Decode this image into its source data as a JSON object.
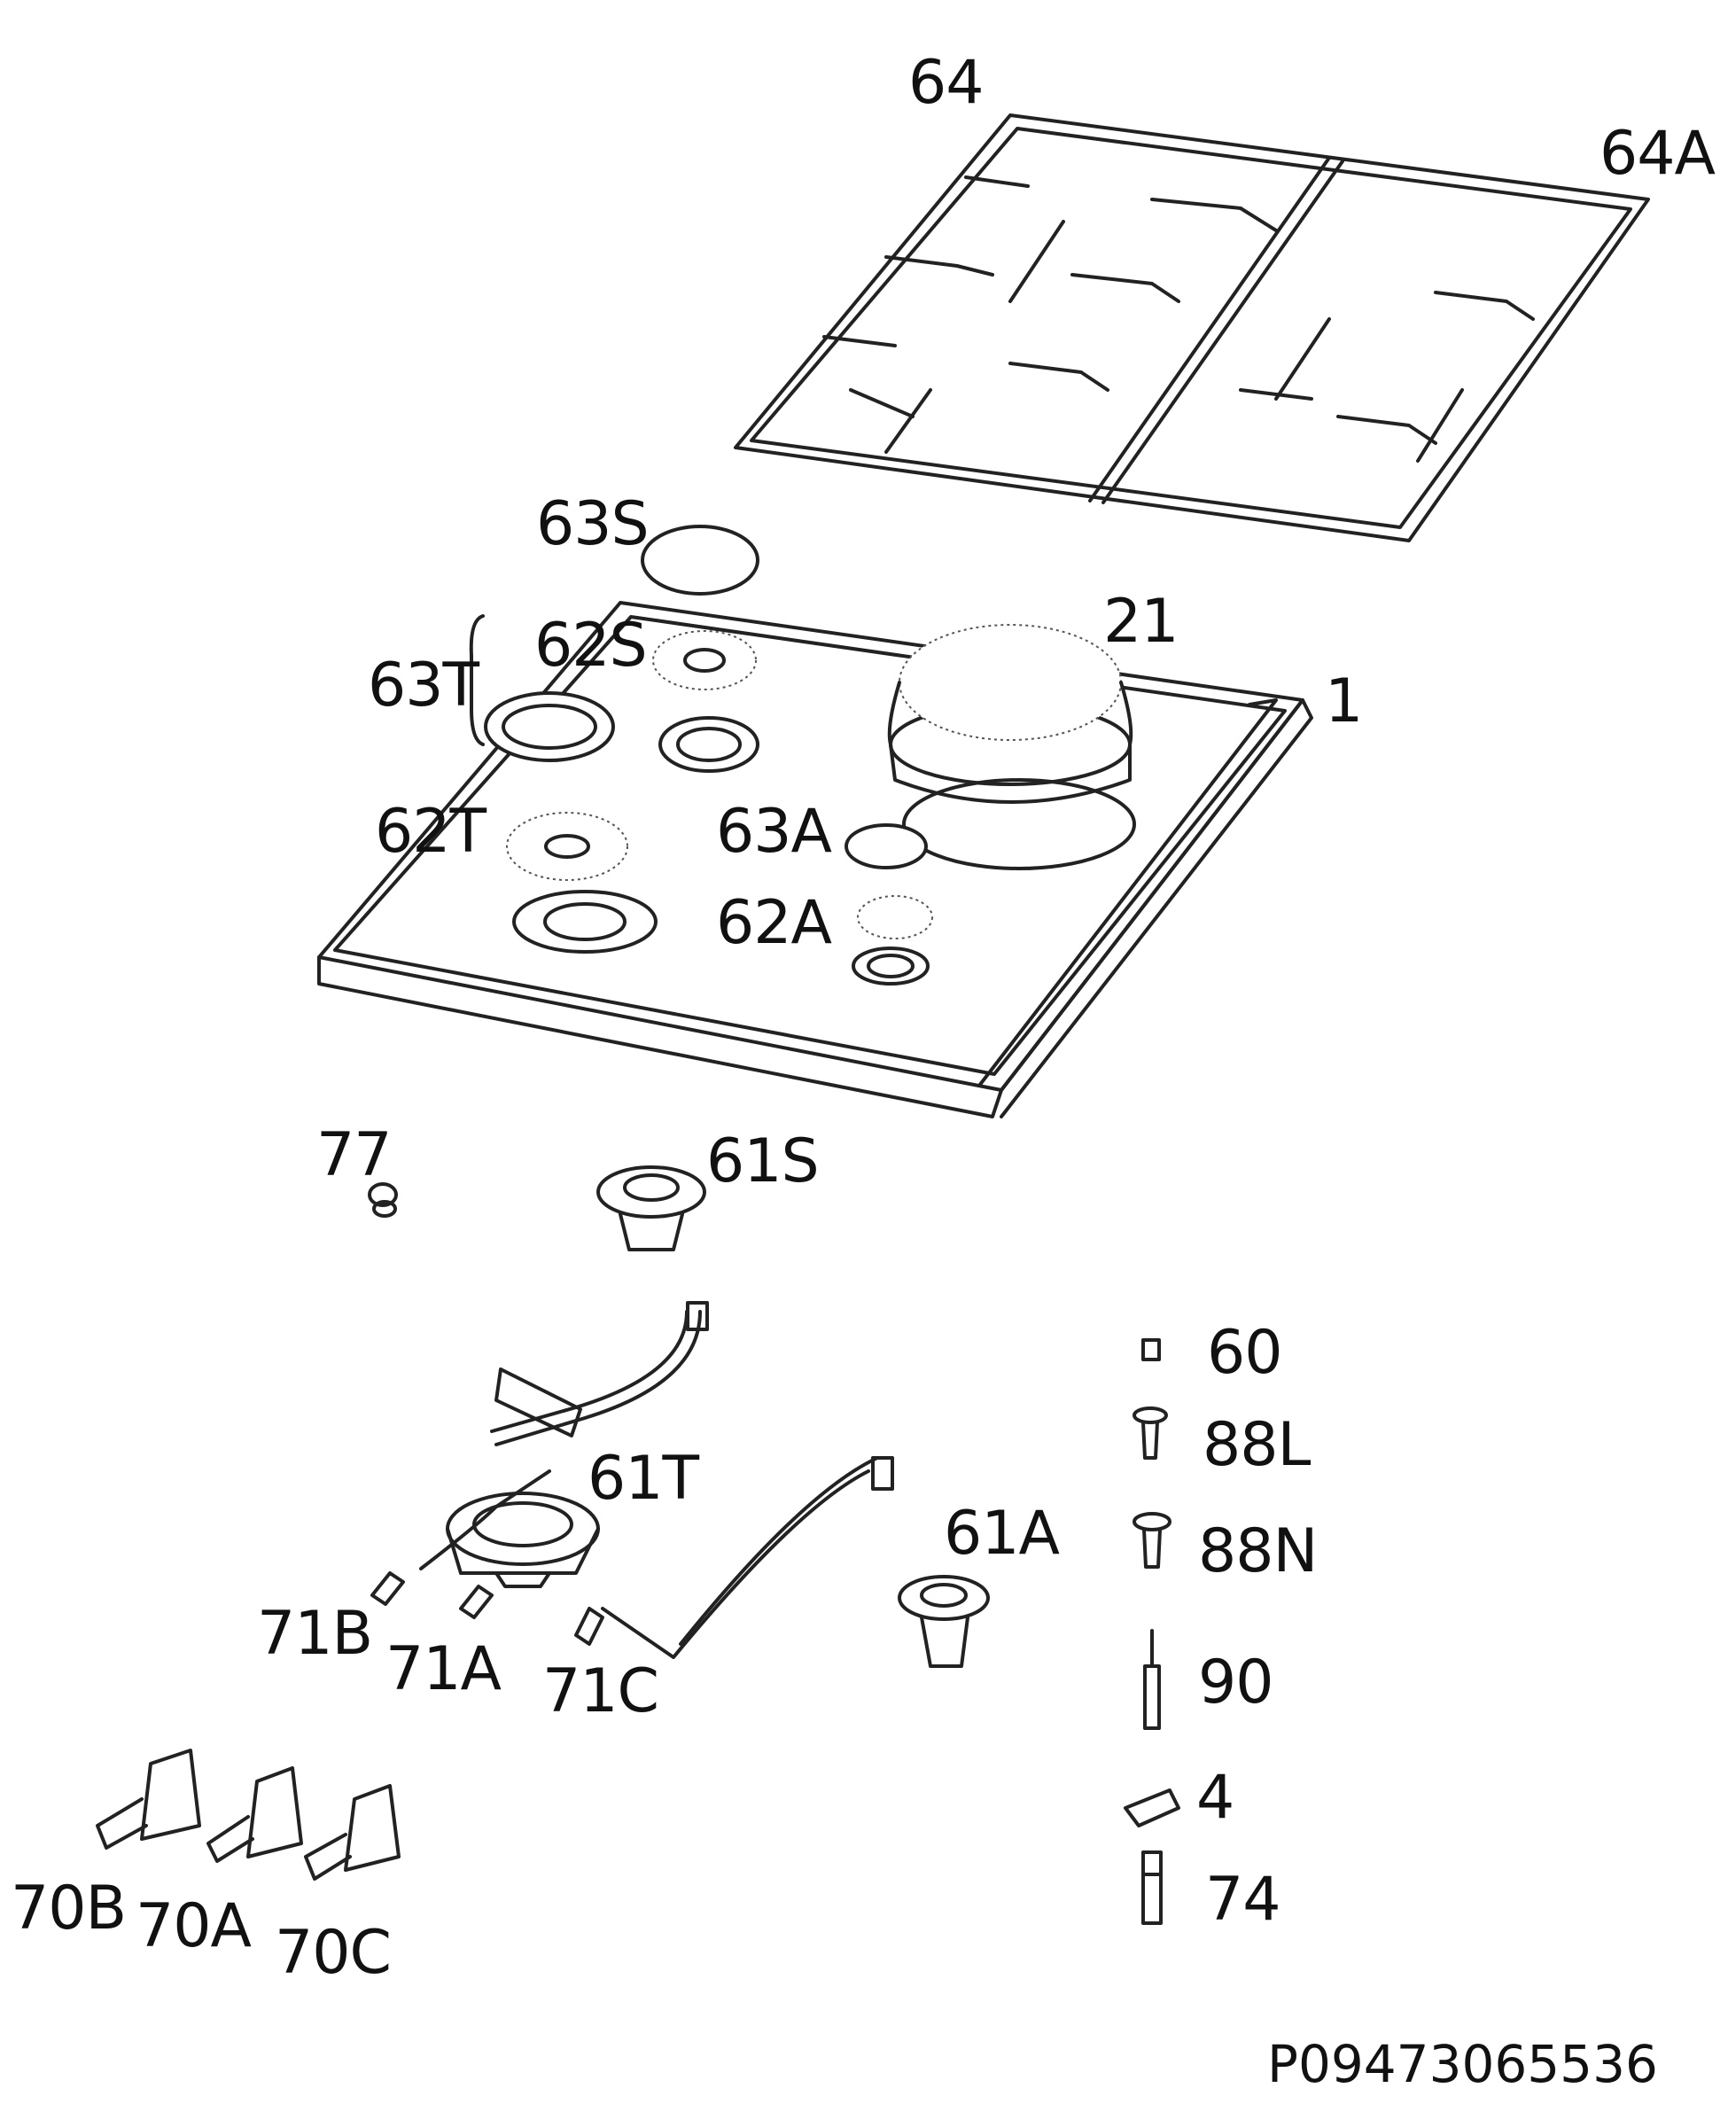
{
  "labels": {
    "l64": "64",
    "l64A": "64A",
    "l63S": "63S",
    "l62S": "62S",
    "l63T": "63T",
    "l21": "21",
    "l1": "1",
    "l62T": "62T",
    "l63A": "63A",
    "l62A": "62A",
    "l77": "77",
    "l61S": "61S",
    "l60": "60",
    "l88L": "88L",
    "l88N": "88N",
    "l61T": "61T",
    "l61A": "61A",
    "l71B": "71B",
    "l71A": "71A",
    "l71C": "71C",
    "l90": "90",
    "l4": "4",
    "l74": "74",
    "l70B": "70B",
    "l70A": "70A",
    "l70C": "70C"
  },
  "document_code": "P09473065536"
}
